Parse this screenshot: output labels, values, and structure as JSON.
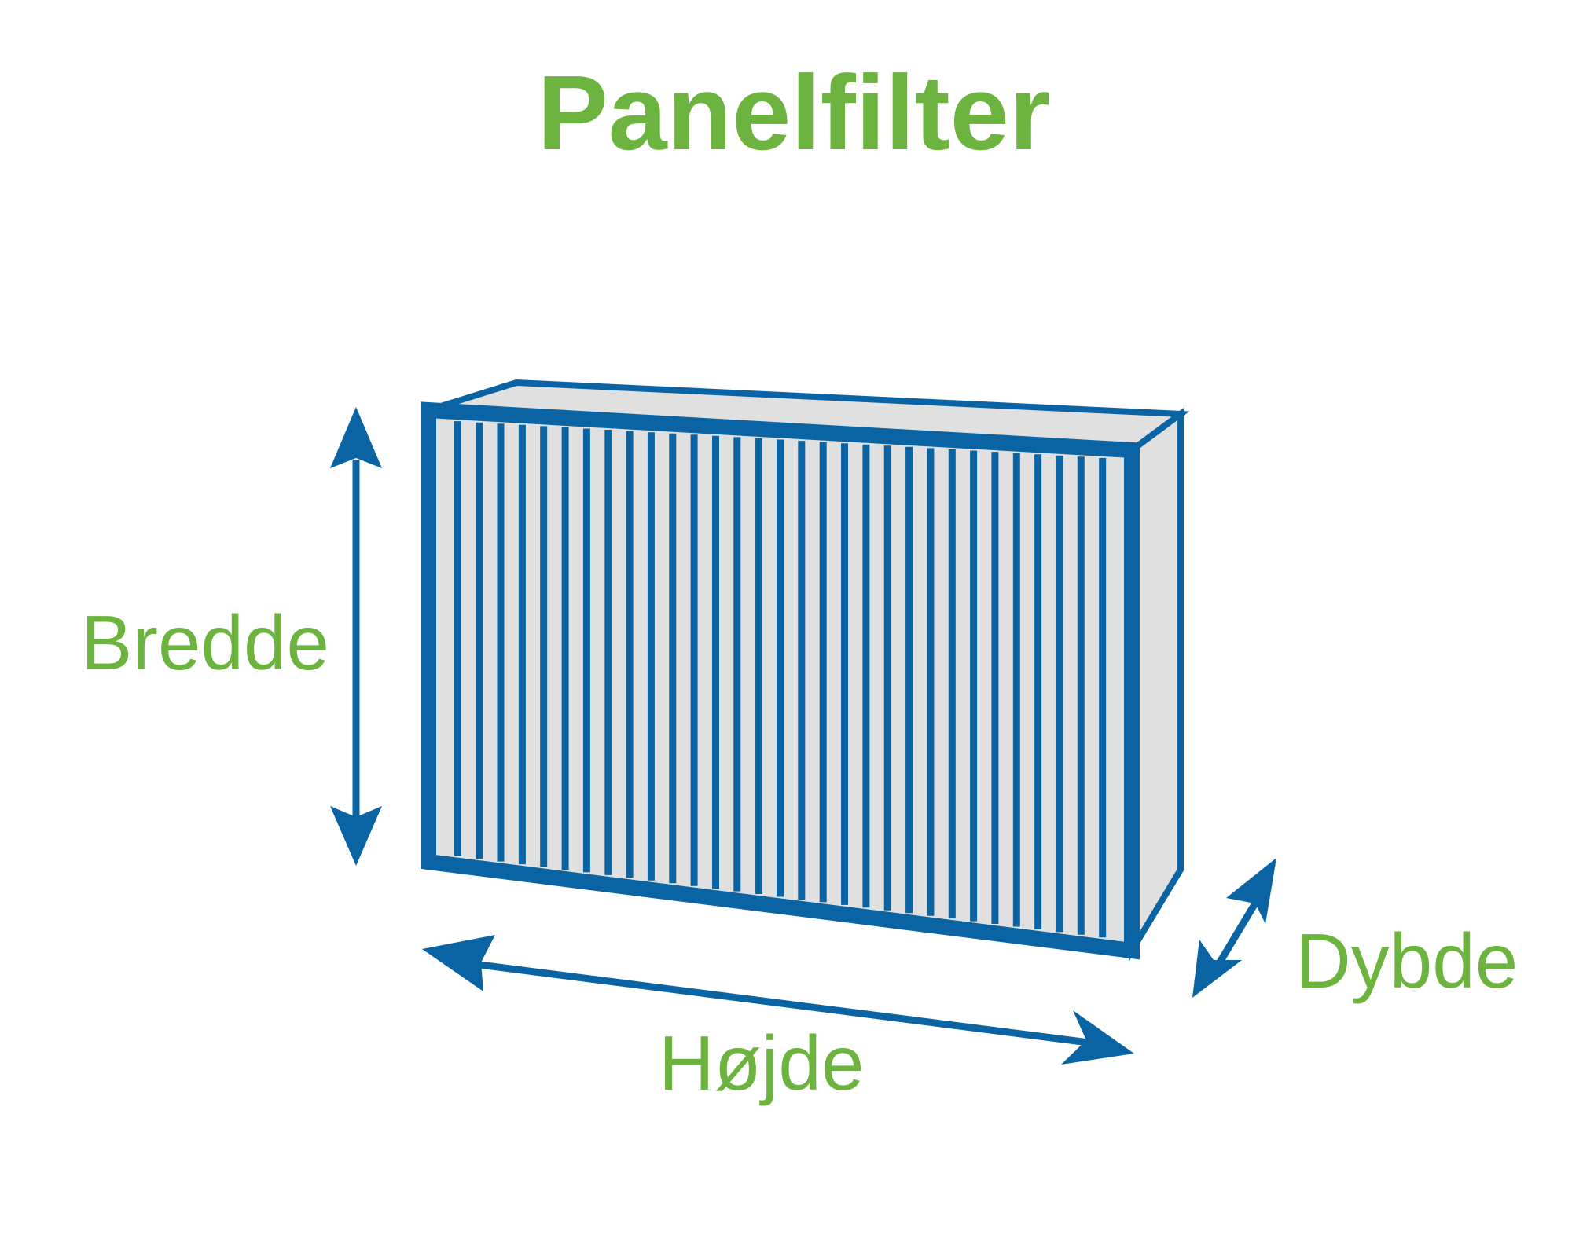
{
  "title": "Panelfilter",
  "labels": {
    "width": "Bredde",
    "height": "Højde",
    "depth": "Dybde"
  },
  "colors": {
    "accent_green": "#6db33f",
    "frame_blue": "#0a64a4",
    "media_grey": "#e0e0e0",
    "background": "#ffffff"
  },
  "filter": {
    "pleat_count": 32
  }
}
